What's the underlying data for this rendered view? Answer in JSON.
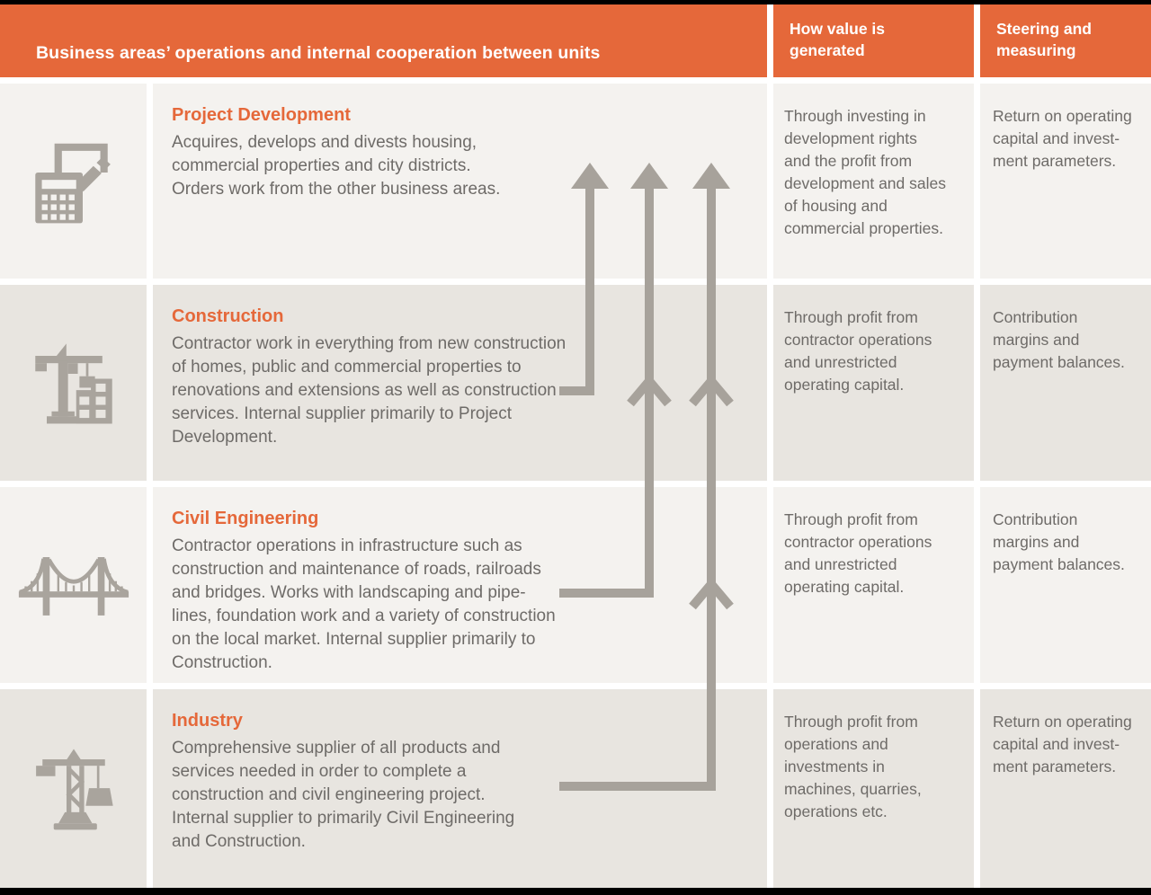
{
  "colors": {
    "accent_orange": "#E5683A",
    "row_light": "#F4F2EF",
    "row_dark": "#E8E5E0",
    "text_gray": "#6E6B68",
    "graphic_gray": "#A9A49D"
  },
  "header": {
    "operations": "Business areas’ operations and internal cooperation between units",
    "value": "How value is\ngenerated",
    "steering": "Steering and\nmeasuring"
  },
  "rows": [
    {
      "icon": "calculator-document-pencil-icon",
      "title": "Project Development",
      "description": "Acquires, develops and divests housing,\ncommercial properties and city districts.\nOrders work from the other business areas.",
      "value": "Through investing in\ndevelopment rights\nand the profit from\ndevelopment and sales\nof housing and\ncommercial properties.",
      "steering": "Return on operating\ncapital and invest-\nment parameters."
    },
    {
      "icon": "tower-crane-building-icon",
      "title": "Construction",
      "description": "Contractor work in everything from new construction\nof homes, public and commercial properties to\nrenovations and extensions as well as construction\nservices. Internal supplier primarily to Project\nDevelopment.",
      "value": "Through profit from\ncontractor operations\nand unrestricted\noperating capital.",
      "steering": "Contribution\nmargins and\npayment balances."
    },
    {
      "icon": "suspension-bridge-icon",
      "title": "Civil Engineering",
      "description": "Contractor operations in infrastructure such as\nconstruction and maintenance of roads, railroads\nand bridges. Works with landscaping and pipe-\nlines, foundation work and a variety of construction\non the local market. Internal supplier primarily to\nConstruction.",
      "value": "Through profit from\ncontractor operations\nand unrestricted\noperating capital.",
      "steering": "Contribution\nmargins and\npayment balances."
    },
    {
      "icon": "tower-crane-load-icon",
      "title": "Industry",
      "description": "Comprehensive supplier of all products and\nservices needed in order to complete a\nconstruction and civil engineering project.\nInternal supplier to primarily Civil Engineering\nand Construction.",
      "value": "Through profit from\noperations and\ninvestments in\nmachines, quarries,\noperations etc.",
      "steering": "Return on operating\ncapital and invest-\nment parameters."
    }
  ]
}
